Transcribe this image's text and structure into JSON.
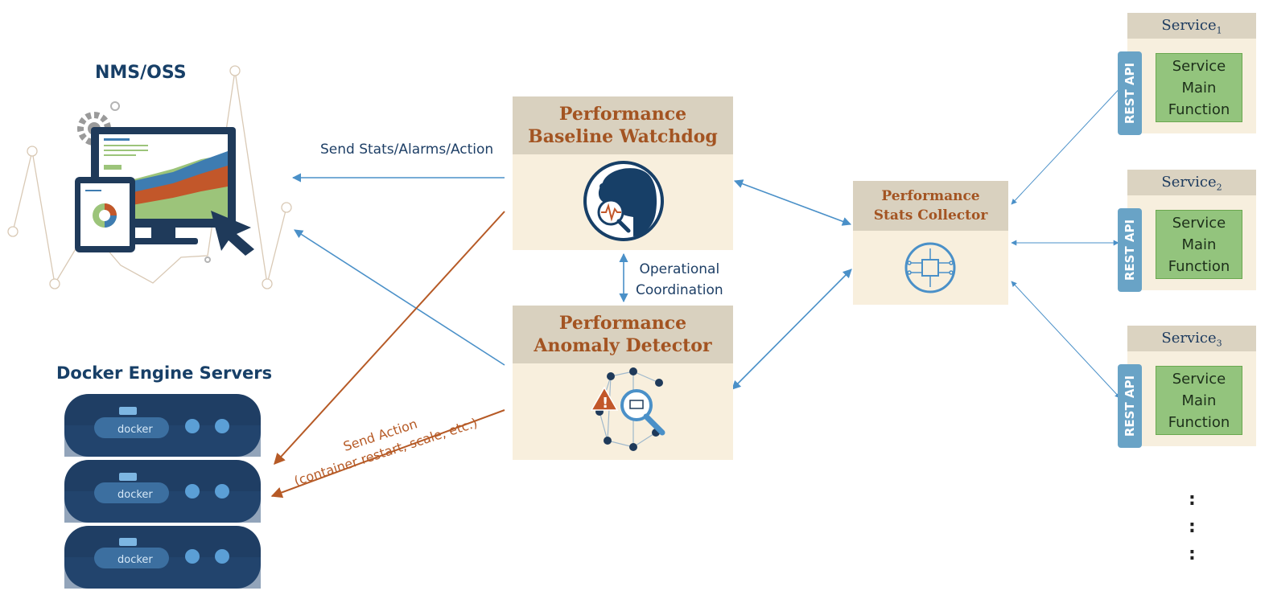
{
  "nms": {
    "title": "NMS/OSS"
  },
  "docker": {
    "title": "Docker Engine Servers",
    "logo_text": "docker"
  },
  "watchdog": {
    "title_line1": "Performance",
    "title_line2": "Baseline Watchdog"
  },
  "detector": {
    "title_line1": "Performance",
    "title_line2": "Anomaly Detector"
  },
  "collector": {
    "title_line1": "Performance",
    "title_line2": "Stats Collector"
  },
  "edges": {
    "send_stats": "Send Stats/Alarms/Action",
    "op_coord_line1": "Operational",
    "op_coord_line2": "Coordination",
    "send_action_line1": "Send Action",
    "send_action_line2": "(container restart, scale, etc.)"
  },
  "services": [
    {
      "name": "Service",
      "sub": "1",
      "rest": "REST API",
      "main_line1": "Service",
      "main_line2": "Main",
      "main_line3": "Function"
    },
    {
      "name": "Service",
      "sub": "2",
      "rest": "REST API",
      "main_line1": "Service",
      "main_line2": "Main",
      "main_line3": "Function"
    },
    {
      "name": "Service",
      "sub": "3",
      "rest": "REST API",
      "main_line1": "Service",
      "main_line2": "Main",
      "main_line3": "Function"
    }
  ],
  "ellipsis": ":",
  "colors": {
    "blue_arrow": "#4a90c8",
    "orange_arrow": "#b65a26",
    "navy": "#173f67",
    "box_body": "#f8efdd",
    "box_header": "#d9d1bf",
    "service_green": "#93c47d",
    "rest_blue": "#69a3c6"
  },
  "icons": [
    "monitor-icon",
    "tablet-icon",
    "cursor-icon",
    "gear-icon",
    "watchdog-icon",
    "anomaly-network-icon",
    "collector-chip-icon",
    "docker-whale-icon"
  ]
}
